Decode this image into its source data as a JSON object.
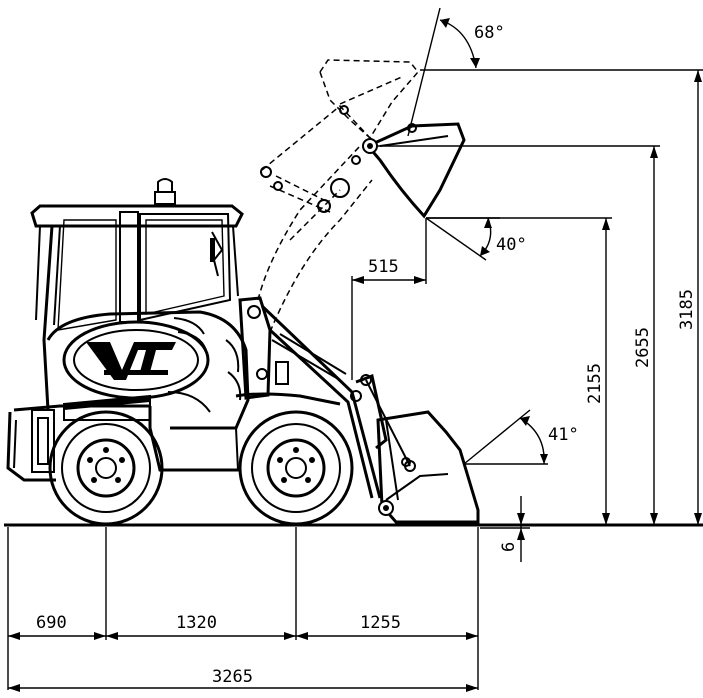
{
  "dimensions": {
    "rear_overhang": "690",
    "wheelbase": "1320",
    "front_overhang": "1255",
    "overall_length": "3265",
    "dig_depth": "6",
    "hinge_height": "2155",
    "dump_height": "2655",
    "max_height": "3185",
    "reach": "515"
  },
  "angles": {
    "rollback_ground": "41°",
    "dump_angle": "40°",
    "rollback_raised": "68°"
  }
}
